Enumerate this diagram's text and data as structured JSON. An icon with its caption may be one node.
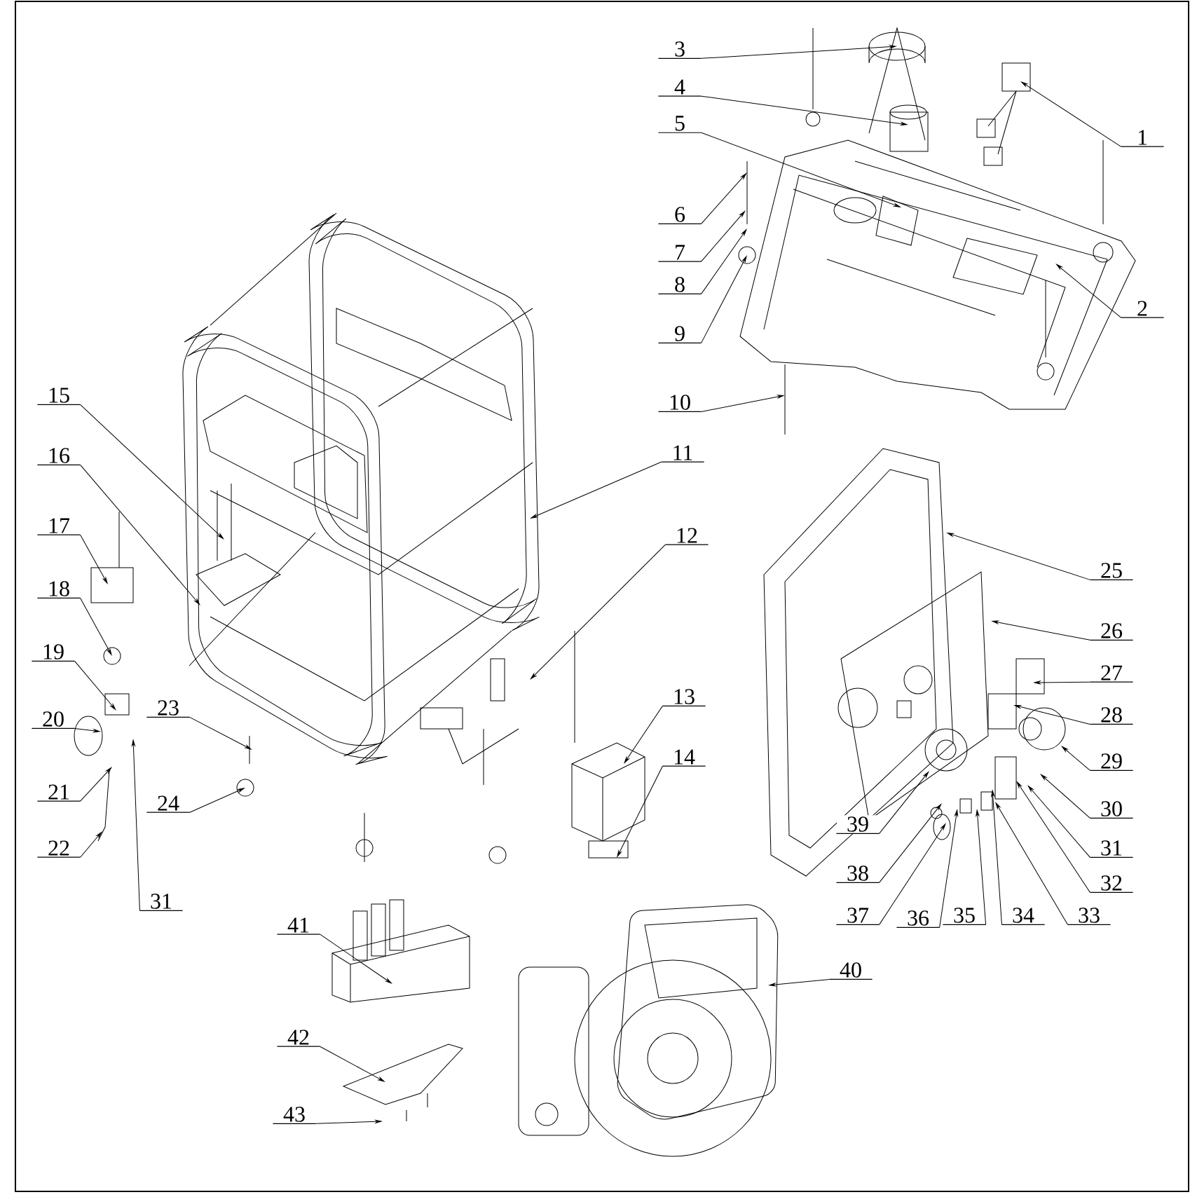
{
  "diagram": {
    "nodes": [
      {
        "text": [
          "1"
        ]
      },
      {
        "text": [
          "2"
        ]
      },
      {
        "text": [
          "3"
        ]
      },
      {
        "text": [
          "4"
        ]
      },
      {
        "text": [
          "5"
        ]
      },
      {
        "text": [
          "6"
        ]
      },
      {
        "text": [
          "7"
        ]
      },
      {
        "text": [
          "8"
        ]
      },
      {
        "text": [
          "9"
        ]
      },
      {
        "text": [
          "10"
        ]
      },
      {
        "text": [
          "11"
        ]
      },
      {
        "text": [
          "12"
        ]
      },
      {
        "text": [
          "13"
        ]
      },
      {
        "text": [
          "14"
        ]
      },
      {
        "text": [
          "15"
        ]
      },
      {
        "text": [
          "16"
        ]
      },
      {
        "text": [
          "17"
        ]
      },
      {
        "text": [
          "18"
        ]
      },
      {
        "text": [
          "19"
        ]
      },
      {
        "text": [
          "20"
        ]
      },
      {
        "text": [
          "21"
        ]
      },
      {
        "text": [
          "22"
        ]
      },
      {
        "text": [
          "23"
        ]
      },
      {
        "text": [
          "24"
        ]
      },
      {
        "text": [
          "25"
        ]
      },
      {
        "text": [
          "26"
        ]
      },
      {
        "text": [
          "27"
        ]
      },
      {
        "text": [
          "28"
        ]
      },
      {
        "text": [
          "29"
        ]
      },
      {
        "text": [
          "30"
        ]
      },
      {
        "text": [
          "31"
        ]
      },
      {
        "text": [
          "31"
        ]
      },
      {
        "text": [
          "32"
        ]
      },
      {
        "text": [
          "33"
        ]
      },
      {
        "text": [
          "34"
        ]
      },
      {
        "text": [
          "35"
        ]
      },
      {
        "text": [
          "36"
        ]
      },
      {
        "text": [
          "37"
        ]
      },
      {
        "text": [
          "38"
        ]
      },
      {
        "text": [
          "39"
        ]
      },
      {
        "text": [
          "40"
        ]
      },
      {
        "text": [
          "41"
        ]
      },
      {
        "text": [
          "42"
        ]
      },
      {
        "text": [
          "43"
        ]
      }
    ],
    "edges": [
      {
        "from": 0,
        "to": null,
        "arrow": "to"
      },
      {
        "from": 1,
        "to": null,
        "arrow": "to"
      },
      {
        "from": 2,
        "to": null,
        "arrow": "to"
      },
      {
        "from": 3,
        "to": null,
        "arrow": "to"
      },
      {
        "from": 4,
        "to": null,
        "arrow": "to"
      },
      {
        "from": 5,
        "to": null,
        "arrow": "to"
      },
      {
        "from": 6,
        "to": null,
        "arrow": "to"
      },
      {
        "from": 7,
        "to": null,
        "arrow": "to"
      },
      {
        "from": 8,
        "to": null,
        "arrow": "to"
      },
      {
        "from": 9,
        "to": null,
        "arrow": "to"
      },
      {
        "from": 10,
        "to": null,
        "arrow": "to"
      },
      {
        "from": 11,
        "to": null,
        "arrow": "to"
      },
      {
        "from": 12,
        "to": null,
        "arrow": "to"
      },
      {
        "from": 13,
        "to": null,
        "arrow": "to"
      },
      {
        "from": 14,
        "to": null,
        "arrow": "to"
      },
      {
        "from": 15,
        "to": null,
        "arrow": "to"
      },
      {
        "from": 16,
        "to": null,
        "arrow": "to"
      },
      {
        "from": 17,
        "to": null,
        "arrow": "to"
      },
      {
        "from": 18,
        "to": null,
        "arrow": "to"
      },
      {
        "from": 19,
        "to": null,
        "arrow": "to"
      },
      {
        "from": 20,
        "to": null,
        "arrow": "to"
      },
      {
        "from": 21,
        "to": null,
        "arrow": "to"
      },
      {
        "from": 22,
        "to": null,
        "arrow": "to"
      },
      {
        "from": 23,
        "to": null,
        "arrow": "to"
      },
      {
        "from": 24,
        "to": null,
        "arrow": "to"
      },
      {
        "from": 25,
        "to": null,
        "arrow": "to"
      },
      {
        "from": 26,
        "to": null,
        "arrow": "to"
      },
      {
        "from": 27,
        "to": null,
        "arrow": "to"
      },
      {
        "from": 28,
        "to": null,
        "arrow": "to"
      },
      {
        "from": 29,
        "to": null,
        "arrow": "to"
      },
      {
        "from": 30,
        "to": null,
        "arrow": "to"
      },
      {
        "from": 31,
        "to": null,
        "arrow": "to"
      },
      {
        "from": 32,
        "to": null,
        "arrow": "to"
      },
      {
        "from": 33,
        "to": null,
        "arrow": "to"
      },
      {
        "from": 34,
        "to": null,
        "arrow": "to"
      },
      {
        "from": 35,
        "to": null,
        "arrow": "to"
      },
      {
        "from": 36,
        "to": null,
        "arrow": "to"
      },
      {
        "from": 37,
        "to": null,
        "arrow": "to"
      },
      {
        "from": 38,
        "to": null,
        "arrow": "to"
      },
      {
        "from": 39,
        "to": null,
        "arrow": "to"
      },
      {
        "from": 40,
        "to": null,
        "arrow": "to"
      },
      {
        "from": 41,
        "to": null,
        "arrow": "to"
      },
      {
        "from": 42,
        "to": null,
        "arrow": "to"
      },
      {
        "from": 43,
        "to": null,
        "arrow": "to"
      }
    ]
  }
}
